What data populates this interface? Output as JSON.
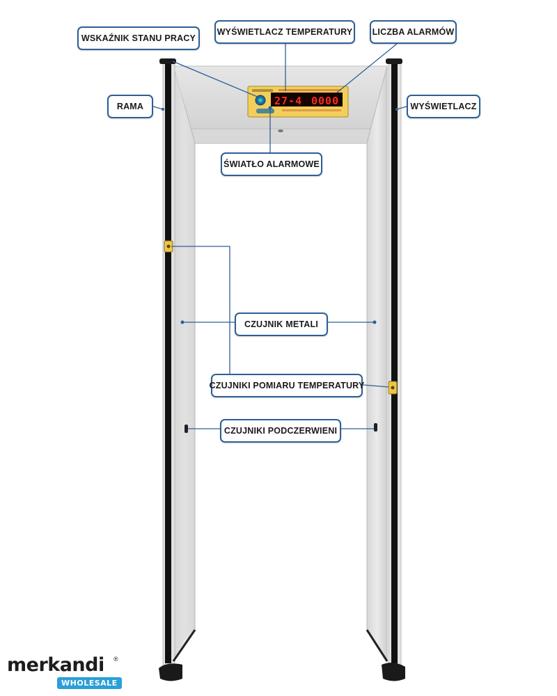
{
  "labels": {
    "wskaznik_stanu_pracy": "WSKAŹNIK STANU PRACY",
    "wyswietlacz_temperatury": "WYŚWIETLACZ TEMPERATURY",
    "liczba_alarmow": "LICZBA ALARMÓW",
    "rama": "RAMA",
    "wyswietlacz": "WYŚWIETLACZ",
    "swiatlo_alarmowe": "ŚWIATŁO ALARMOWE",
    "czujnik_metali": "CZUJNIK METALI",
    "czujniki_pomiaru_temperatury": "CZUJNIKI POMIARU TEMPERATURY",
    "czujniki_podczerwieni": "CZUJNIKI PODCZERWIENI"
  },
  "display": {
    "temperature_readout": "27-4",
    "alarm_count_readout": "0000"
  },
  "brand": {
    "name": "merkandi",
    "badge": "WHOLESALE",
    "registered_mark": "®"
  },
  "colors": {
    "callout_border": "#2d5f95",
    "leader_line": "#2d5f95",
    "led_red": "#ff2a1a",
    "display_panel": "#f2cf5a",
    "brand_badge": "#2b9fd6"
  }
}
